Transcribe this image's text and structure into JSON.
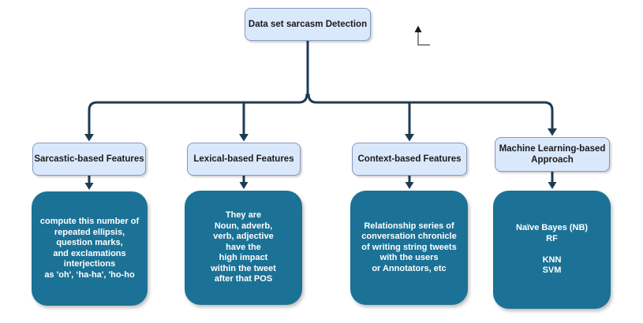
{
  "root": {
    "label": "Data set sarcasm Detection"
  },
  "columns": [
    {
      "header": "Sarcastic-based Features",
      "body": "compute this number of\nrepeated ellipsis,\nquestion marks,\nand exclamations\ninterjections\nas 'oh', ‘ha-ha', 'ho-ho"
    },
    {
      "header": "Lexical-based Features",
      "body": "They are\nNoun, adverb,\nverb, adjective\nhave the\nhigh impact\nwithin the tweet\nafter that POS"
    },
    {
      "header": "Context-based Features",
      "body": "Relationship series of\nconversation chronicle\nof writing string tweets\nwith the users\nor Annotators, etc"
    },
    {
      "header": "Machine Learning-based\nApproach",
      "body": "Naïve Bayes (NB)\nRF\n\nKNN\nSVM"
    }
  ],
  "colors": {
    "header_fill": "#dae8fc",
    "header_border": "#8499bd",
    "detail_fill": "#1b7296",
    "connector": "#1f3b54",
    "text_dark": "#1a1a1a",
    "text_light": "#ffffff",
    "icon_gray": "#8c8c8c"
  },
  "icons": {
    "corner_arrow": "up-arrow-with-corner"
  }
}
